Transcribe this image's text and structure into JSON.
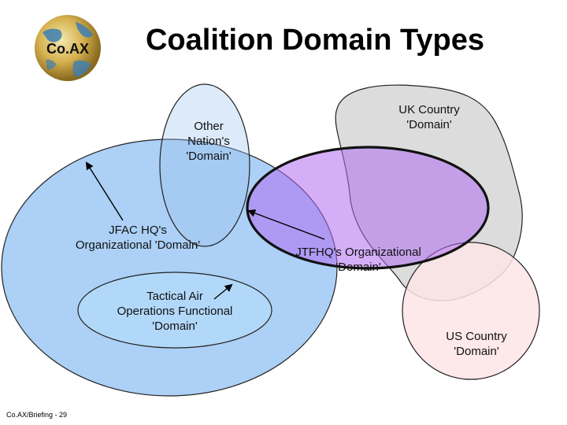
{
  "logo": {
    "text": "Co.AX"
  },
  "title": "Coalition Domain Types",
  "labels": {
    "other_nation": [
      "Other",
      "Nation's",
      "'Domain'"
    ],
    "uk_country": [
      "UK Country",
      "'Domain'"
    ],
    "jfac_hq": [
      "JFAC HQ's",
      "Organizational 'Domain'"
    ],
    "jtfhq": [
      "JTFHQ's Organizational",
      "'Domain'"
    ],
    "tactical_air": [
      "Tactical Air",
      "Operations Functional",
      "'Domain'"
    ],
    "us_country": [
      "US Country",
      "'Domain'"
    ]
  },
  "footer": "Co.AX/Briefing - 29",
  "colors": {
    "jfac_fill": "#a8cef5",
    "tactical_fill": "#b2d8f9",
    "uk_fill": "#dcdcdc",
    "jtfhq_fill": "#b06ef0",
    "us_fill": "#fde4e6",
    "other_fill": "#9cc4ee"
  }
}
